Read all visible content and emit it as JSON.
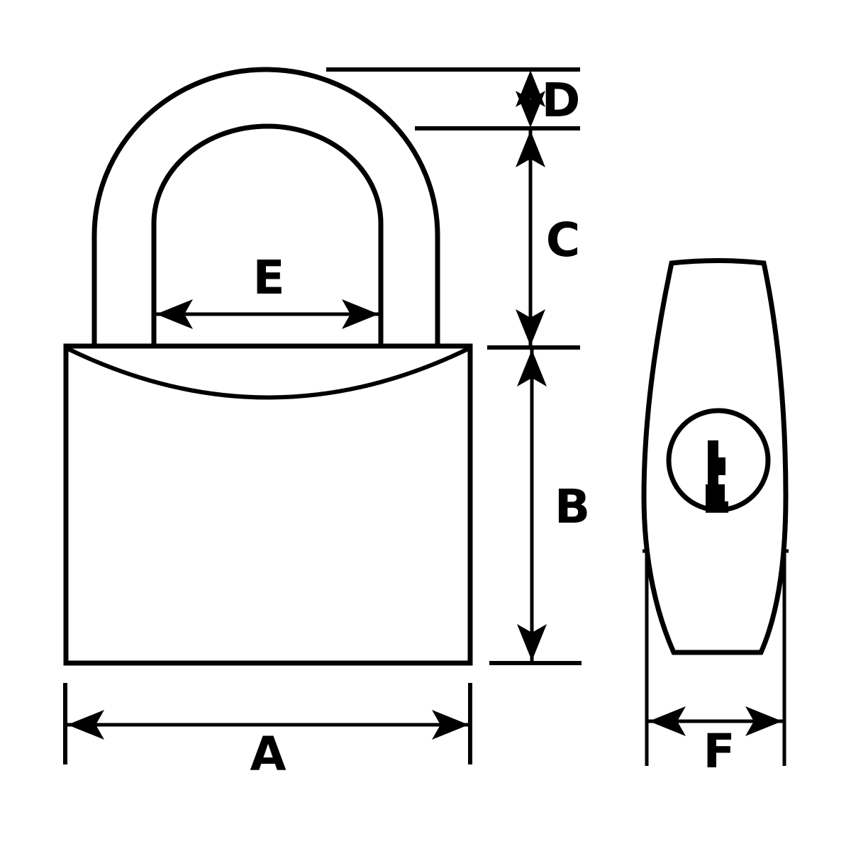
{
  "diagram": {
    "background_color": "#ffffff",
    "line_color": "#000000",
    "dimension_labels": {
      "a": "A",
      "b": "B",
      "c": "C",
      "d": "D",
      "e": "E",
      "f": "F"
    },
    "icons": {
      "keyhole": "key-icon"
    }
  }
}
